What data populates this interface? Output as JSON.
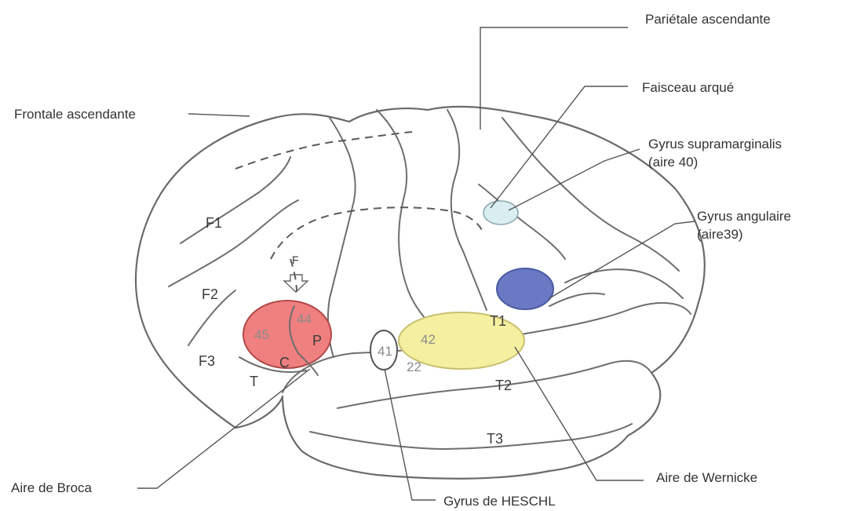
{
  "labels": {
    "parietale_ascendante": "Pariétale ascendante",
    "faisceau_arque": "Faisceau arqué",
    "frontale_ascendante": "Frontale ascendante",
    "gyrus_supramarginalis": "Gyrus supramarginalis",
    "gyrus_supramarginalis_aire": "(aire 40)",
    "gyrus_angulaire": "Gyrus angulaire",
    "gyrus_angulaire_aire": "(aire39)",
    "aire_de_broca": "Aire de Broca",
    "aire_de_wernicke": "Aire de Wernicke",
    "gyrus_de_heschl": "Gyrus de HESCHL"
  },
  "regions": {
    "f1": "F1",
    "f2": "F2",
    "f3": "F3",
    "t1": "T1",
    "t2": "T2",
    "t3": "T3",
    "t": "T",
    "c": "C",
    "p": "P",
    "f_small": "F"
  },
  "areas": {
    "a45": "45",
    "a44": "44",
    "a42": "42",
    "a41": "41",
    "a22": "22"
  },
  "colors": {
    "broca": "#f08080",
    "wernicke": "#f5f0a0",
    "angulaire": "#6b79c4",
    "supramarginalis": "#d9eef0",
    "heschl": "#ffffff"
  }
}
